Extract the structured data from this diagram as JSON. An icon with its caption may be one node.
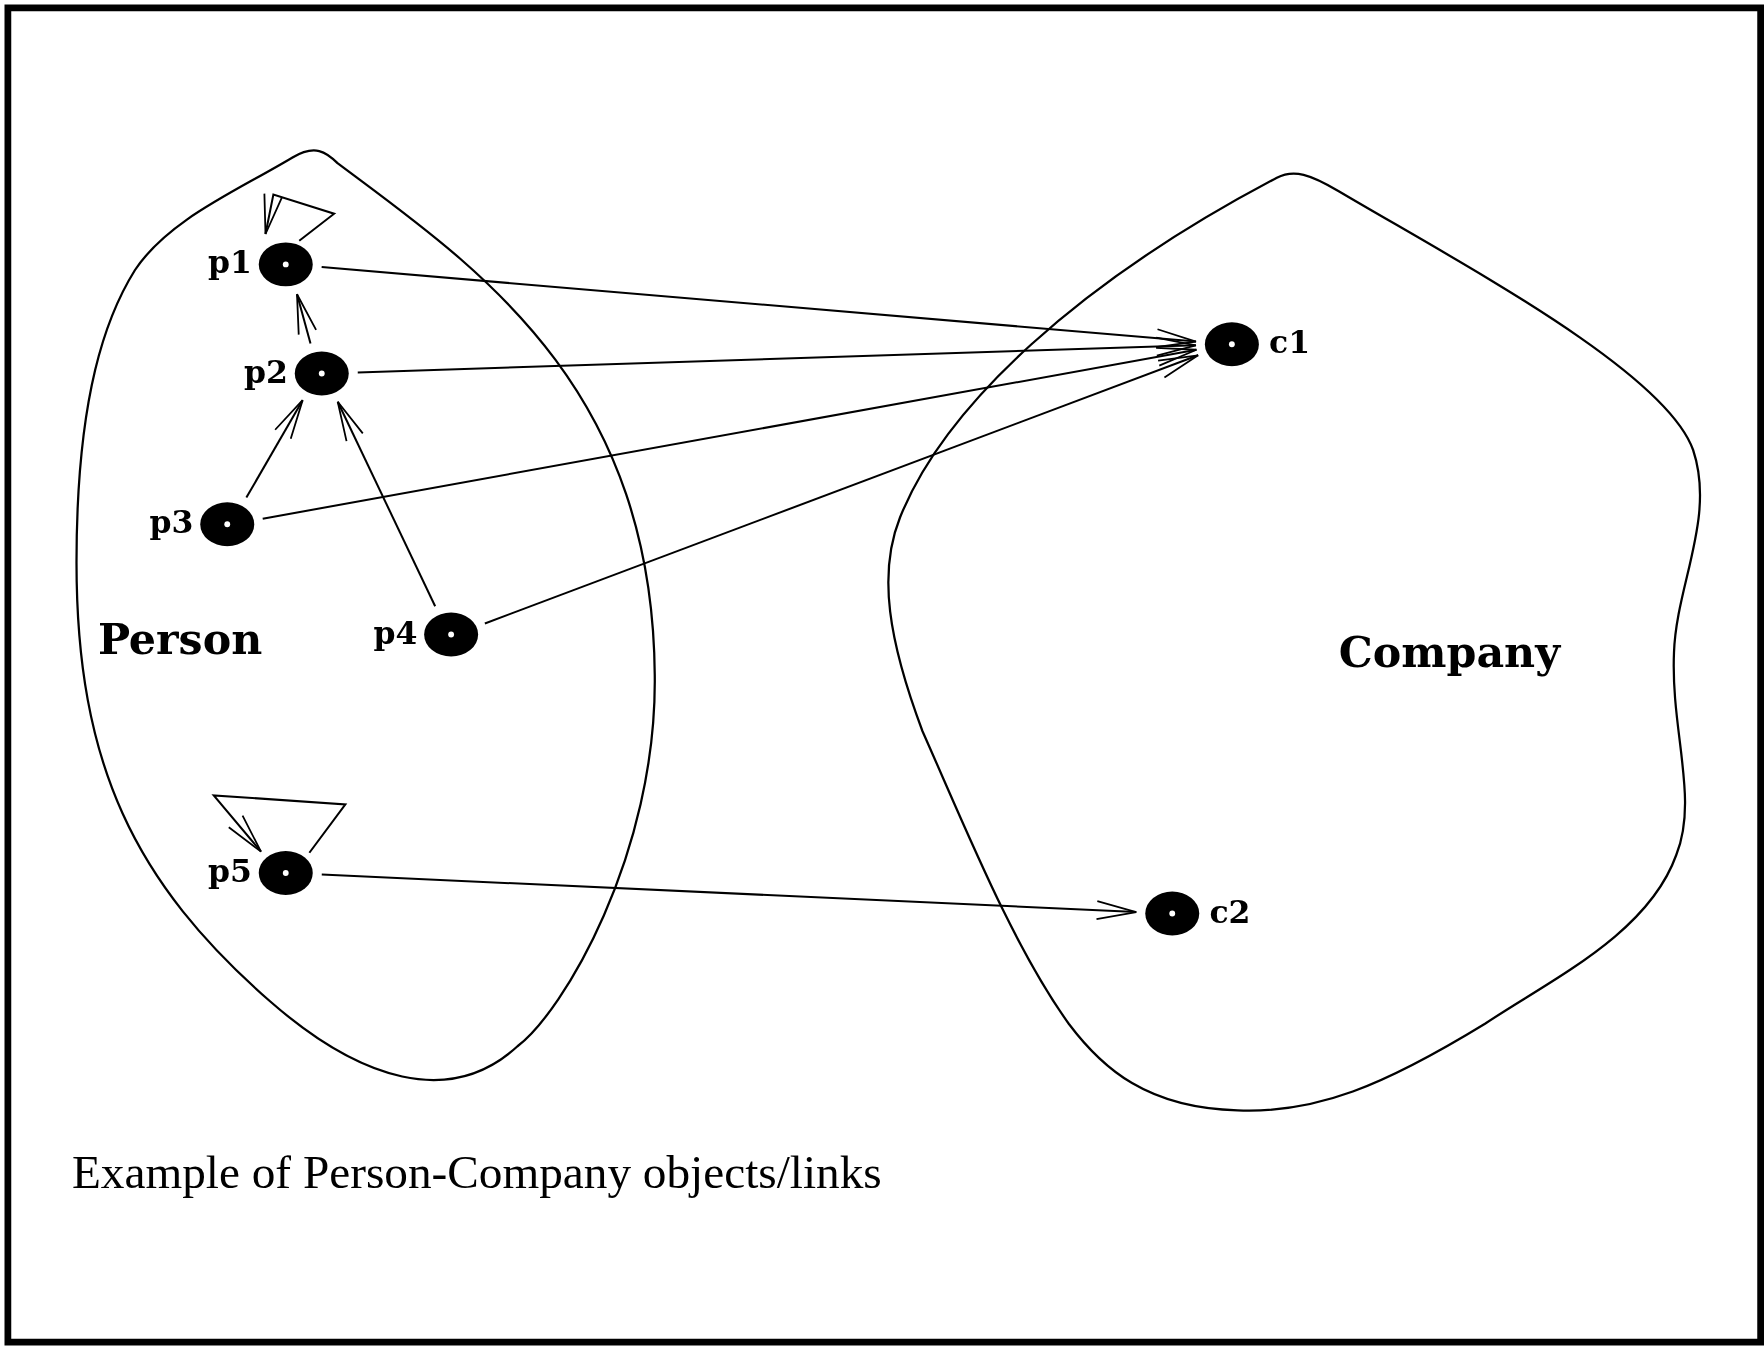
{
  "diagram": {
    "caption": "Example of Person-Company objects/links",
    "nodes": [
      {
        "text": [
          "Person"
        ]
      },
      {
        "text": [
          "p1"
        ],
        "in": 0
      },
      {
        "text": [
          "p2"
        ],
        "in": 0
      },
      {
        "text": [
          "p3"
        ],
        "in": 0
      },
      {
        "text": [
          "p4"
        ],
        "in": 0
      },
      {
        "text": [
          "p5"
        ],
        "in": 0
      },
      {
        "text": [
          "Company"
        ]
      },
      {
        "text": [
          "c1"
        ],
        "in": 6
      },
      {
        "text": [
          "c2"
        ],
        "in": 6
      }
    ],
    "edges": [
      {
        "from": 1,
        "to": 1,
        "arrow": "to"
      },
      {
        "from": 1,
        "to": 7,
        "arrow": "to"
      },
      {
        "from": 2,
        "to": 1,
        "arrow": "to"
      },
      {
        "from": 2,
        "to": 7,
        "arrow": "to"
      },
      {
        "from": 3,
        "to": 2,
        "arrow": "to"
      },
      {
        "from": 3,
        "to": 7,
        "arrow": "to"
      },
      {
        "from": 4,
        "to": 2,
        "arrow": "to"
      },
      {
        "from": 4,
        "to": 7,
        "arrow": "to"
      },
      {
        "from": 5,
        "to": 5,
        "arrow": "to"
      },
      {
        "from": 5,
        "to": 8,
        "arrow": "to"
      }
    ]
  }
}
